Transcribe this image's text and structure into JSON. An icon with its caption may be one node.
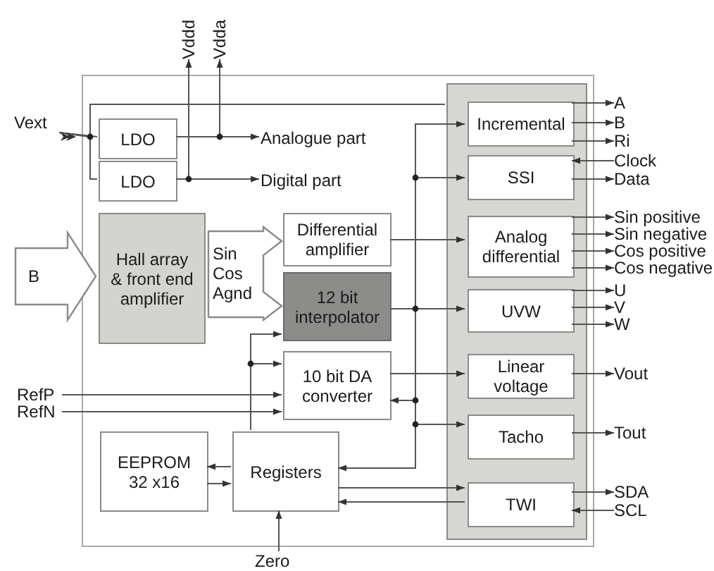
{
  "diagram": {
    "nodes": [
      {
        "text": [
          "Vddd"
        ]
      },
      {
        "text": [
          "Vdda"
        ]
      },
      {
        "text": [
          "Vext"
        ]
      },
      {
        "text": [],
        "shape": "box"
      },
      {
        "text": [
          "LDO"
        ],
        "in": 3
      },
      {
        "text": [
          "Analogue part"
        ],
        "in": 3
      },
      {
        "text": [
          "LDO"
        ],
        "in": 3
      },
      {
        "text": [
          "Digital part"
        ],
        "in": 3
      },
      {
        "text": [
          "B"
        ]
      },
      {
        "text": [
          "Hall array & front end amplifier"
        ],
        "in": 3
      },
      {
        "text": [
          "Sin Cos Agnd"
        ],
        "in": 3
      },
      {
        "text": [
          "Differential amplifier"
        ],
        "in": 3
      },
      {
        "text": [
          "12 bit interpolator"
        ],
        "in": 3
      },
      {
        "text": [
          "RefP"
        ]
      },
      {
        "text": [
          "RefN"
        ]
      },
      {
        "text": [
          "10 bit DA converter"
        ],
        "in": 3
      },
      {
        "text": [
          "EEPROM 32 x16"
        ],
        "in": 3
      },
      {
        "text": [
          "Registers"
        ],
        "in": 3
      },
      {
        "text": [
          "Zero"
        ]
      },
      {
        "text": [],
        "shape": "box",
        "in": 3
      },
      {
        "text": [
          "Incremental"
        ],
        "in": 19
      },
      {
        "text": [
          "SSI"
        ],
        "in": 19
      },
      {
        "text": [
          "Analog differential"
        ],
        "in": 19
      },
      {
        "text": [
          "UVW"
        ],
        "in": 19
      },
      {
        "text": [
          "Linear voltage"
        ],
        "in": 19
      },
      {
        "text": [
          "Tacho"
        ],
        "in": 19
      },
      {
        "text": [
          "TWI"
        ],
        "in": 19
      },
      {
        "text": [
          "A"
        ]
      },
      {
        "text": [
          "B"
        ]
      },
      {
        "text": [
          "Ri"
        ]
      },
      {
        "text": [
          "Clock"
        ]
      },
      {
        "text": [
          "Data"
        ]
      },
      {
        "text": [
          "Sin positive"
        ]
      },
      {
        "text": [
          "Sin negative"
        ]
      },
      {
        "text": [
          "Cos positive"
        ]
      },
      {
        "text": [
          "Cos negative"
        ]
      },
      {
        "text": [
          "U"
        ]
      },
      {
        "text": [
          "V"
        ]
      },
      {
        "text": [
          "W"
        ]
      },
      {
        "text": [
          "Vout"
        ]
      },
      {
        "text": [
          "Tout"
        ]
      },
      {
        "text": [
          "SDA"
        ]
      },
      {
        "text": [
          "SCL"
        ]
      }
    ],
    "edges": [
      {
        "from": 2,
        "to": 4,
        "arrow": "none"
      },
      {
        "from": 2,
        "to": 6,
        "arrow": "none"
      },
      {
        "from": 2,
        "to": 19,
        "arrow": "none"
      },
      {
        "from": 4,
        "to": 5,
        "arrow": "to"
      },
      {
        "from": 4,
        "to": 1,
        "arrow": "to"
      },
      {
        "from": 6,
        "to": 7,
        "arrow": "to"
      },
      {
        "from": 6,
        "to": 0,
        "arrow": "to"
      },
      {
        "from": 11,
        "to": 22,
        "arrow": "to"
      },
      {
        "from": 12,
        "to": 23,
        "arrow": "to"
      },
      {
        "from": 12,
        "to": 20,
        "arrow": "to"
      },
      {
        "from": 12,
        "to": 21,
        "arrow": "to"
      },
      {
        "from": 12,
        "to": 15,
        "arrow": "to"
      },
      {
        "from": 12,
        "to": 25,
        "arrow": "to"
      },
      {
        "from": 12,
        "to": 17,
        "arrow": "to"
      },
      {
        "from": 15,
        "to": 24,
        "arrow": "to"
      },
      {
        "from": 17,
        "to": 12,
        "arrow": "to"
      },
      {
        "from": 17,
        "to": 15,
        "arrow": "to"
      },
      {
        "from": 13,
        "to": 15,
        "arrow": "to"
      },
      {
        "from": 14,
        "to": 15,
        "arrow": "to"
      },
      {
        "from": 17,
        "to": 16,
        "arrow": "to"
      },
      {
        "from": 16,
        "to": 17,
        "arrow": "to"
      },
      {
        "from": 17,
        "to": 26,
        "arrow": "to"
      },
      {
        "from": 26,
        "to": 17,
        "arrow": "to"
      },
      {
        "from": 18,
        "to": 17,
        "arrow": "to"
      },
      {
        "from": 20,
        "to": 27,
        "arrow": "to"
      },
      {
        "from": 20,
        "to": 28,
        "arrow": "to"
      },
      {
        "from": 20,
        "to": 29,
        "arrow": "to"
      },
      {
        "from": 30,
        "to": 21,
        "arrow": "to"
      },
      {
        "from": 21,
        "to": 31,
        "arrow": "to"
      },
      {
        "from": 22,
        "to": 32,
        "arrow": "to"
      },
      {
        "from": 22,
        "to": 33,
        "arrow": "to"
      },
      {
        "from": 22,
        "to": 34,
        "arrow": "to"
      },
      {
        "from": 22,
        "to": 35,
        "arrow": "to"
      },
      {
        "from": 23,
        "to": 36,
        "arrow": "to"
      },
      {
        "from": 23,
        "to": 37,
        "arrow": "to"
      },
      {
        "from": 23,
        "to": 38,
        "arrow": "to"
      },
      {
        "from": 24,
        "to": 39,
        "arrow": "to"
      },
      {
        "from": 25,
        "to": 40,
        "arrow": "to"
      },
      {
        "from": 26,
        "to": 41,
        "arrow": "to"
      },
      {
        "from": 42,
        "to": 26,
        "arrow": "to"
      }
    ]
  }
}
